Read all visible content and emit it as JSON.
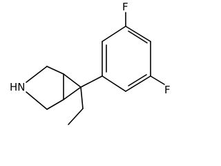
{
  "structure": {
    "atoms": [
      {
        "id": "nitrogen",
        "label": "HN"
      },
      {
        "id": "fluorine-top",
        "label": "F"
      },
      {
        "id": "fluorine-bottom",
        "label": "F"
      }
    ]
  },
  "colors": {
    "bond": "#000000",
    "label": "#000000",
    "background": "#ffffff"
  }
}
